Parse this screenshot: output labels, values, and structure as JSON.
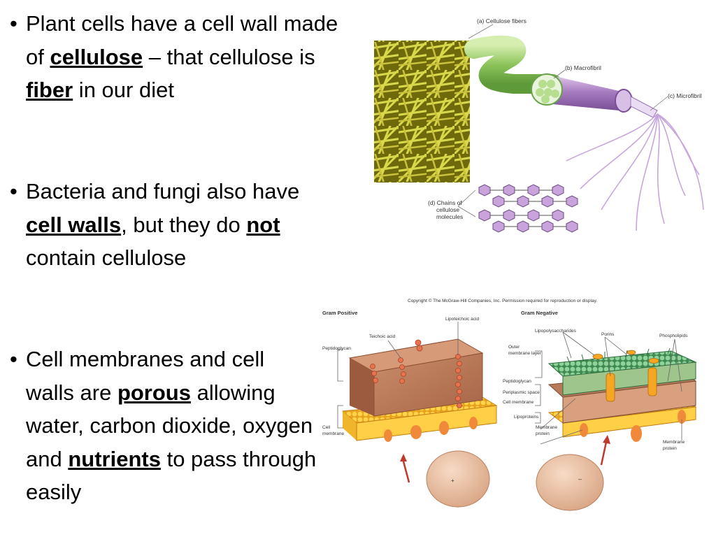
{
  "bullets": [
    {
      "parts": [
        {
          "t": "Plant cells have a cell wall made of ",
          "b": false
        },
        {
          "t": "cellulose",
          "b": true
        },
        {
          "t": " – that cellulose is ",
          "b": false
        },
        {
          "t": "fiber",
          "b": true
        },
        {
          "t": " in our diet",
          "b": false
        }
      ]
    },
    {
      "parts": [
        {
          "t": "Bacteria and fungi also have ",
          "b": false
        },
        {
          "t": "cell walls",
          "b": true
        },
        {
          "t": ", but they do ",
          "b": false
        },
        {
          "t": "not",
          "b": true
        },
        {
          "t": " contain cellulose",
          "b": false
        }
      ]
    },
    {
      "parts": [
        {
          "t": "Cell membranes and cell walls are ",
          "b": false
        },
        {
          "t": "porous",
          "b": true
        },
        {
          "t": " allowing water, carbon dioxide, oxygen and ",
          "b": false
        },
        {
          "t": "nutrients",
          "b": true
        },
        {
          "t": " to pass through easily",
          "b": false
        }
      ]
    }
  ],
  "bullet_char": "•",
  "cellulose_figure": {
    "labels": {
      "a": "(a) Cellulose fibers",
      "b": "(b) Macrofibril",
      "c": "(c) Microfibril",
      "d1": "(d) Chains of",
      "d2": "cellulose",
      "d3": "molecules"
    }
  },
  "cellwall_figure": {
    "copyright": "Copyright © The McGraw-Hill Companies, Inc. Permission required for reproduction or display.",
    "gram_positive": "Gram Positive",
    "gram_negative": "Gram Negative",
    "labels": {
      "teichoic": "Teichoic acid",
      "lipoteichoic": "Lipoteichoic acid",
      "peptidoglycan_left": "Peptidoglycan",
      "cell_membrane_left_1": "Cell",
      "cell_membrane_left_2": "membrane",
      "lipopolysaccharides": "Lipopolysaccharides",
      "porins": "Porins",
      "phospholipids": "Phospholipids",
      "outer_membrane_1": "Outer",
      "outer_membrane_2": "membrane layer",
      "peptidoglycan_mid": "Peptidoglycan",
      "periplasmic": "Periplasmic space",
      "cell_membrane_mid": "Cell membrane",
      "lipoproteins": "Lipoproteins",
      "membrane_protein_mid_1": "Membrane",
      "membrane_protein_mid_2": "protein",
      "membrane_protein_right_1": "Membrane",
      "membrane_protein_right_2": "protein",
      "plus": "+",
      "minus": "–"
    }
  }
}
